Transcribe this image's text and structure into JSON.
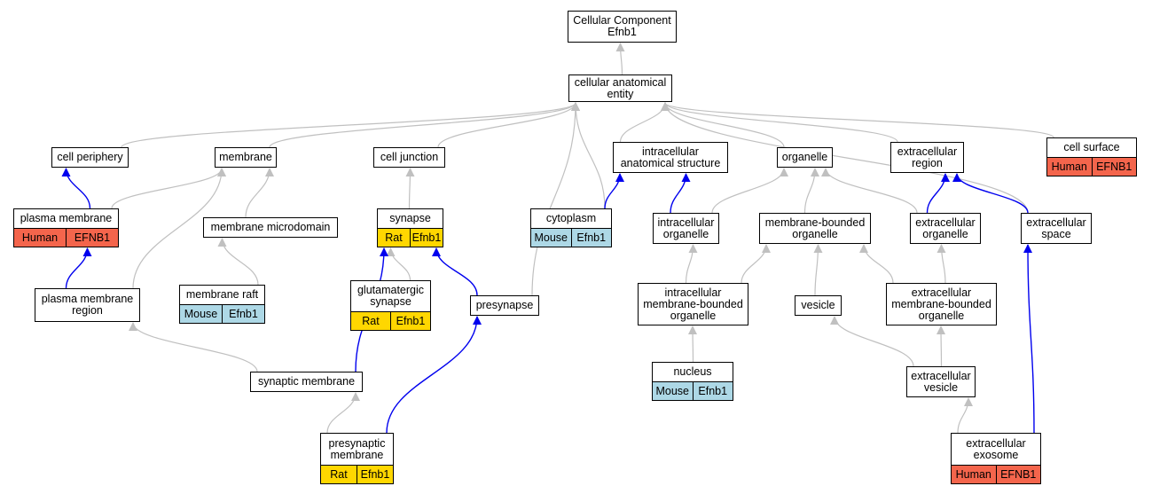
{
  "colors": {
    "gray_edge": "#c0c0c0",
    "blue_edge": "#0000ee",
    "Human": "#f4654c",
    "Mouse": "#add8e6",
    "Rat": "#ffd700"
  },
  "nodes": {
    "root": {
      "lines": [
        "Cellular Component",
        "Efnb1"
      ]
    },
    "cae": {
      "lines": [
        "cellular anatomical",
        "entity"
      ]
    },
    "cell_periphery": {
      "lines": [
        "cell periphery"
      ]
    },
    "membrane": {
      "lines": [
        "membrane"
      ]
    },
    "cell_junction": {
      "lines": [
        "cell junction"
      ]
    },
    "intra_anat": {
      "lines": [
        "intracellular",
        "anatomical structure"
      ]
    },
    "organelle": {
      "lines": [
        "organelle"
      ]
    },
    "extra_region": {
      "lines": [
        "extracellular",
        "region"
      ]
    },
    "cell_surface": {
      "lines": [
        "cell surface"
      ],
      "tags": [
        {
          "species": "Human",
          "gene": "EFNB1"
        }
      ]
    },
    "plasma_membrane": {
      "lines": [
        "plasma membrane"
      ],
      "tags": [
        {
          "species": "Human",
          "gene": "EFNB1"
        }
      ]
    },
    "membrane_microdomain": {
      "lines": [
        "membrane microdomain"
      ]
    },
    "synapse": {
      "lines": [
        "synapse"
      ],
      "tags": [
        {
          "species": "Rat",
          "gene": "Efnb1"
        }
      ]
    },
    "cytoplasm": {
      "lines": [
        "cytoplasm"
      ],
      "tags": [
        {
          "species": "Mouse",
          "gene": "Efnb1"
        }
      ]
    },
    "intra_organelle": {
      "lines": [
        "intracellular",
        "organelle"
      ]
    },
    "mb_organelle": {
      "lines": [
        "membrane-bounded",
        "organelle"
      ]
    },
    "extra_organelle": {
      "lines": [
        "extracellular",
        "organelle"
      ]
    },
    "extra_space": {
      "lines": [
        "extracellular",
        "space"
      ]
    },
    "pm_region": {
      "lines": [
        "plasma membrane",
        "region"
      ]
    },
    "membrane_raft": {
      "lines": [
        "membrane raft"
      ],
      "tags": [
        {
          "species": "Mouse",
          "gene": "Efnb1"
        }
      ]
    },
    "glut_synapse": {
      "lines": [
        "glutamatergic",
        "synapse"
      ],
      "tags": [
        {
          "species": "Rat",
          "gene": "Efnb1"
        }
      ]
    },
    "presynapse": {
      "lines": [
        "presynapse"
      ]
    },
    "intra_mb_organelle": {
      "lines": [
        "intracellular",
        "membrane-bounded",
        "organelle"
      ]
    },
    "vesicle": {
      "lines": [
        "vesicle"
      ]
    },
    "extra_mb_organelle": {
      "lines": [
        "extracellular",
        "membrane-bounded",
        "organelle"
      ]
    },
    "nucleus": {
      "lines": [
        "nucleus"
      ],
      "tags": [
        {
          "species": "Mouse",
          "gene": "Efnb1"
        }
      ]
    },
    "synaptic_membrane": {
      "lines": [
        "synaptic membrane"
      ]
    },
    "extra_vesicle": {
      "lines": [
        "extracellular",
        "vesicle"
      ]
    },
    "presyn_membrane": {
      "lines": [
        "presynaptic",
        "membrane"
      ],
      "tags": [
        {
          "species": "Rat",
          "gene": "Efnb1"
        }
      ]
    },
    "extra_exosome": {
      "lines": [
        "extracellular",
        "exosome"
      ],
      "tags": [
        {
          "species": "Human",
          "gene": "EFNB1"
        }
      ]
    }
  },
  "edges": [
    {
      "from": "cae",
      "to": "root",
      "kind": "gray"
    },
    {
      "from": "cell_periphery",
      "to": "cae",
      "kind": "gray"
    },
    {
      "from": "membrane",
      "to": "cae",
      "kind": "gray"
    },
    {
      "from": "cell_junction",
      "to": "cae",
      "kind": "gray"
    },
    {
      "from": "presynapse",
      "to": "cae",
      "kind": "gray"
    },
    {
      "from": "cytoplasm",
      "to": "cae",
      "kind": "gray"
    },
    {
      "from": "intra_anat",
      "to": "cae",
      "kind": "gray"
    },
    {
      "from": "organelle",
      "to": "cae",
      "kind": "gray"
    },
    {
      "from": "extra_region",
      "to": "cae",
      "kind": "gray"
    },
    {
      "from": "extra_space",
      "to": "cae",
      "kind": "gray"
    },
    {
      "from": "cell_surface",
      "to": "cae",
      "kind": "gray"
    },
    {
      "from": "plasma_membrane",
      "to": "cell_periphery",
      "kind": "blue"
    },
    {
      "from": "plasma_membrane",
      "to": "membrane",
      "kind": "gray"
    },
    {
      "from": "pm_region",
      "to": "membrane",
      "kind": "gray"
    },
    {
      "from": "membrane_microdomain",
      "to": "membrane",
      "kind": "gray"
    },
    {
      "from": "synapse",
      "to": "cell_junction",
      "kind": "gray"
    },
    {
      "from": "cytoplasm",
      "to": "intra_anat",
      "kind": "blue"
    },
    {
      "from": "intra_organelle",
      "to": "intra_anat",
      "kind": "blue"
    },
    {
      "from": "intra_organelle",
      "to": "organelle",
      "kind": "gray"
    },
    {
      "from": "mb_organelle",
      "to": "organelle",
      "kind": "gray"
    },
    {
      "from": "extra_organelle",
      "to": "organelle",
      "kind": "gray"
    },
    {
      "from": "extra_organelle",
      "to": "extra_region",
      "kind": "blue"
    },
    {
      "from": "extra_space",
      "to": "extra_region",
      "kind": "blue"
    },
    {
      "from": "pm_region",
      "to": "plasma_membrane",
      "kind": "blue"
    },
    {
      "from": "membrane_raft",
      "to": "membrane_microdomain",
      "kind": "gray"
    },
    {
      "from": "glut_synapse",
      "to": "synapse",
      "kind": "gray"
    },
    {
      "from": "presynapse",
      "to": "synapse",
      "kind": "blue"
    },
    {
      "from": "synaptic_membrane",
      "to": "synapse",
      "kind": "blue"
    },
    {
      "from": "synaptic_membrane",
      "to": "pm_region",
      "kind": "gray"
    },
    {
      "from": "presyn_membrane",
      "to": "synaptic_membrane",
      "kind": "gray"
    },
    {
      "from": "presyn_membrane",
      "to": "presynapse",
      "kind": "blue"
    },
    {
      "from": "intra_mb_organelle",
      "to": "intra_organelle",
      "kind": "gray"
    },
    {
      "from": "intra_mb_organelle",
      "to": "mb_organelle",
      "kind": "gray"
    },
    {
      "from": "vesicle",
      "to": "mb_organelle",
      "kind": "gray"
    },
    {
      "from": "extra_mb_organelle",
      "to": "mb_organelle",
      "kind": "gray"
    },
    {
      "from": "extra_mb_organelle",
      "to": "extra_organelle",
      "kind": "gray"
    },
    {
      "from": "nucleus",
      "to": "intra_mb_organelle",
      "kind": "gray"
    },
    {
      "from": "extra_vesicle",
      "to": "vesicle",
      "kind": "gray"
    },
    {
      "from": "extra_vesicle",
      "to": "extra_mb_organelle",
      "kind": "gray"
    },
    {
      "from": "extra_exosome",
      "to": "extra_vesicle",
      "kind": "gray"
    },
    {
      "from": "extra_exosome",
      "to": "extra_space",
      "kind": "blue"
    }
  ]
}
